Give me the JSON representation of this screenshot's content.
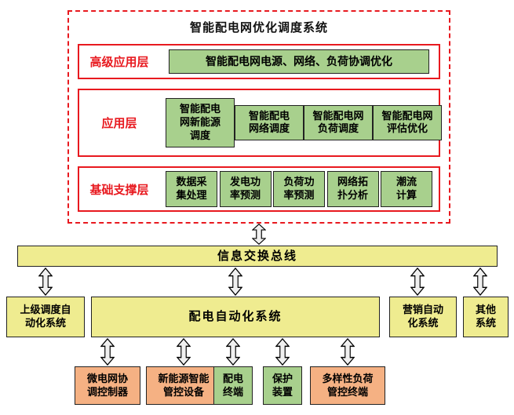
{
  "diagram": {
    "title": "智能配电网优化调度系统",
    "layers": [
      {
        "label": "高级应用层",
        "boxes": [
          {
            "lines": [
              "智能配电网电源、网络、负荷协调优化"
            ]
          }
        ]
      },
      {
        "label": "应用层",
        "boxes": [
          {
            "lines": [
              "智能配电",
              "网新能源",
              "调度"
            ]
          },
          {
            "lines": [
              "智能配电",
              "网络调度"
            ]
          },
          {
            "lines": [
              "智能配电网",
              "负荷调度"
            ]
          },
          {
            "lines": [
              "智能配电网",
              "评估优化"
            ]
          }
        ]
      },
      {
        "label": "基础支撑层",
        "boxes": [
          {
            "lines": [
              "数据采",
              "集处理"
            ]
          },
          {
            "lines": [
              "发电功",
              "率预测"
            ]
          },
          {
            "lines": [
              "负荷功",
              "率预测"
            ]
          },
          {
            "lines": [
              "网络拓",
              "扑分析"
            ]
          },
          {
            "lines": [
              "潮流",
              "计算"
            ]
          }
        ]
      }
    ],
    "bus_label": "信息交换总线",
    "systems": [
      {
        "lines": [
          "上级调度自",
          "动化系统"
        ]
      },
      {
        "lines": [
          "配电自动化系统"
        ]
      },
      {
        "lines": [
          "营销自动",
          "化系统"
        ]
      },
      {
        "lines": [
          "其他",
          "系统"
        ]
      }
    ],
    "terminals": [
      {
        "lines": [
          "微电网协",
          "调控制器"
        ],
        "type": "orange"
      },
      {
        "lines": [
          "新能源智能",
          "管控设备"
        ],
        "type": "orange"
      },
      {
        "lines": [
          "配电",
          "终端"
        ],
        "type": "green"
      },
      {
        "lines": [
          "保护",
          "装置"
        ],
        "type": "green"
      },
      {
        "lines": [
          "多样性负荷",
          "管控终端"
        ],
        "type": "orange"
      }
    ],
    "colors": {
      "red_border": "#e8191f",
      "green_box": "#a8d08d",
      "yellow_box": "#efec90",
      "orange_box": "#f5b183"
    }
  }
}
